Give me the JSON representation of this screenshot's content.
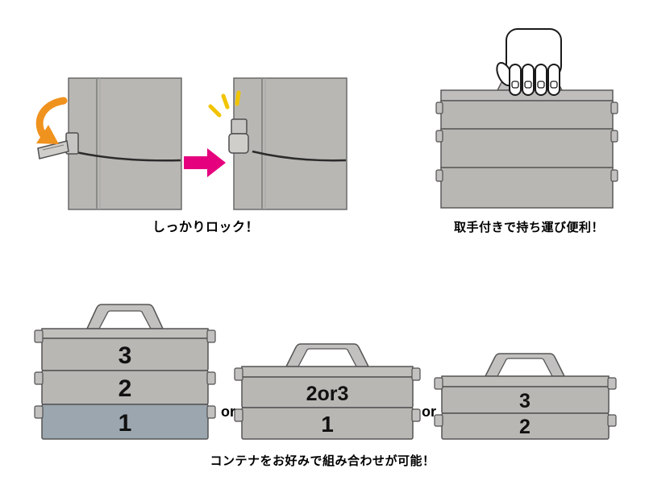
{
  "page": {
    "background": "#ffffff"
  },
  "colors": {
    "container_gray": "#b9b7b4",
    "lid_gray": "#c3c1bf",
    "bottom_tier_blue_gray": "#9ba6ae",
    "outline_dark": "#4f4f4f",
    "arrow_orange": "#f0921e",
    "arrow_magenta": "#e5007e",
    "click_yellow": "#f1c400"
  },
  "lock_demo": {
    "caption": "しっかりロック！"
  },
  "carry_demo": {
    "caption": "取手付きで持ち運び便利！"
  },
  "combination_demo": {
    "caption": "コンテナをお好みで組み合わせが可能！",
    "separator_1": "or",
    "separator_2": "or",
    "stack_left": {
      "tier_labels": [
        "3",
        "2",
        "1"
      ]
    },
    "stack_middle": {
      "tier_labels": [
        "2or3",
        "1"
      ]
    },
    "stack_right": {
      "tier_labels": [
        "3",
        "2"
      ]
    }
  }
}
